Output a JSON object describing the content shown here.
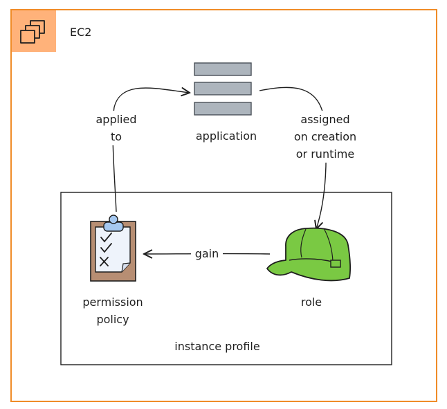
{
  "container": {
    "title": "EC2",
    "accent_color": "#f08c28",
    "icon_bg": "#ffb27a",
    "icon": "ec2-icon"
  },
  "app": {
    "label": "application",
    "icon": "server-stack-icon"
  },
  "edges": {
    "applied": [
      "applied",
      "to"
    ],
    "assigned": [
      "assigned",
      "on creation",
      "or runtime"
    ],
    "gain": "gain"
  },
  "profile": {
    "label": "instance profile"
  },
  "policy": {
    "label_lines": [
      "permission",
      "policy"
    ],
    "icon": "clipboard-checklist-icon"
  },
  "role": {
    "label": "role",
    "icon": "hard-hat-icon",
    "color": "#7ac943"
  }
}
